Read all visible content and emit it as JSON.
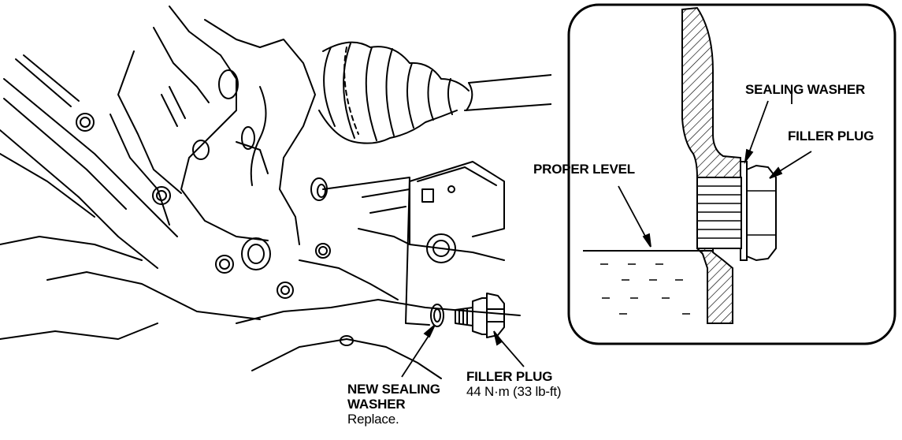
{
  "callouts": {
    "new_washer": {
      "line1": "NEW SEALING",
      "line2": "WASHER",
      "note": "Replace."
    },
    "filler_plug_main": {
      "name": "FILLER PLUG",
      "torque": "44 N·m (33 lb-ft)"
    },
    "detail": {
      "sealing_washer": "SEALING WASHER",
      "filler_plug": "FILLER PLUG",
      "proper_level": "PROPER LEVEL"
    }
  }
}
